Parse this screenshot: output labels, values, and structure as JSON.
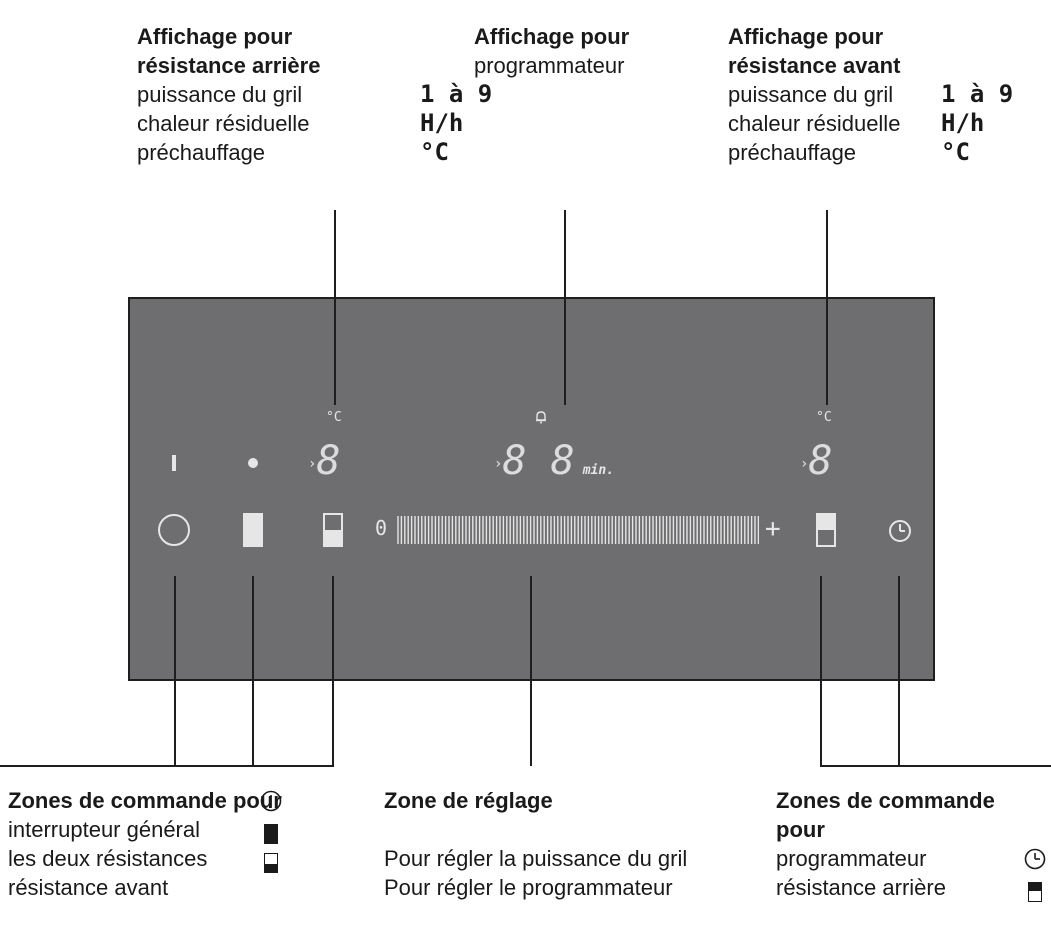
{
  "top_left": {
    "title_1": "Affichage pour",
    "title_2": "résistance arrière",
    "rows": [
      {
        "label": "puissance du gril",
        "value": "1 à 9"
      },
      {
        "label": "chaleur résiduelle",
        "value": "H/h"
      },
      {
        "label": "préchauffage",
        "value": "°C"
      }
    ]
  },
  "top_center": {
    "title": "Affichage pour",
    "subtitle": "programmateur"
  },
  "top_right": {
    "title_1": "Affichage pour",
    "title_2": "résistance avant",
    "rows": [
      {
        "label": "puissance du gril",
        "value": "1 à 9"
      },
      {
        "label": "chaleur résiduelle",
        "value": "H/h"
      },
      {
        "label": "préchauffage",
        "value": "°C"
      }
    ]
  },
  "panel": {
    "celsius_label": "°C",
    "digit": "8",
    "timer_digits": "8 8",
    "timer_unit": "min.",
    "slider_min": "0",
    "slider_max": "+"
  },
  "bottom_left": {
    "title": "Zones de commande pour",
    "rows": [
      {
        "label": "interrupteur général"
      },
      {
        "label": "les deux résistances"
      },
      {
        "label": "résistance avant"
      }
    ]
  },
  "bottom_center": {
    "title": "Zone de réglage",
    "line_1": "Pour régler la puissance du gril",
    "line_2": "Pour régler le programmateur"
  },
  "bottom_right": {
    "title_1": "Zones de commande",
    "title_2": "pour",
    "rows": [
      {
        "label": "programmateur"
      },
      {
        "label": "résistance arrière"
      }
    ]
  },
  "colors": {
    "panel": "#6e6e70",
    "line": "#1e1e1e",
    "panel_symbol": "#e6e6e6"
  }
}
